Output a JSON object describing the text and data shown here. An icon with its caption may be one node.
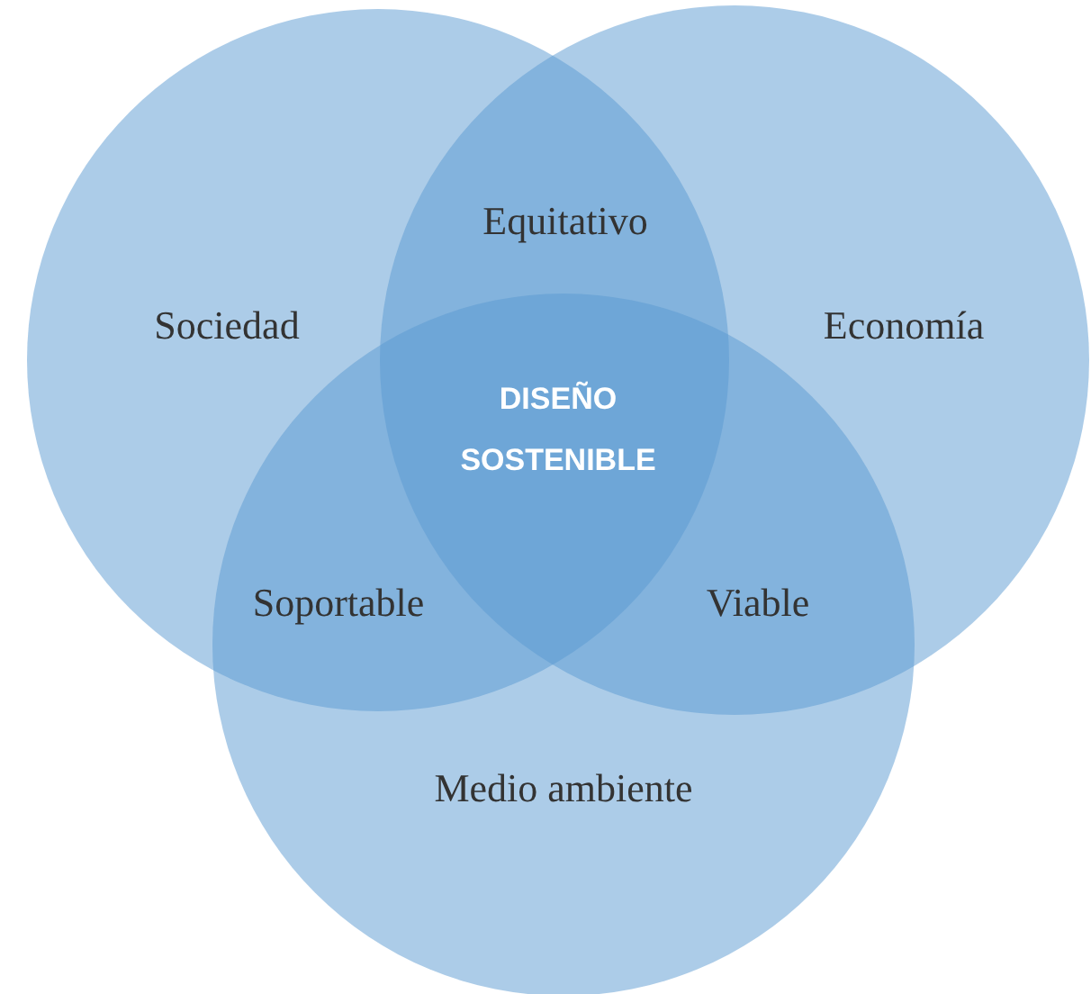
{
  "diagram": {
    "nodes": [
      {
        "text": [
          "Sociedad"
        ]
      },
      {
        "text": [
          "Economía"
        ]
      },
      {
        "text": [
          "Medio ambiente"
        ]
      }
    ],
    "labels": [
      "Equitativo",
      "Soportable",
      "Viable",
      "DISEÑO SOSTENIBLE"
    ]
  }
}
